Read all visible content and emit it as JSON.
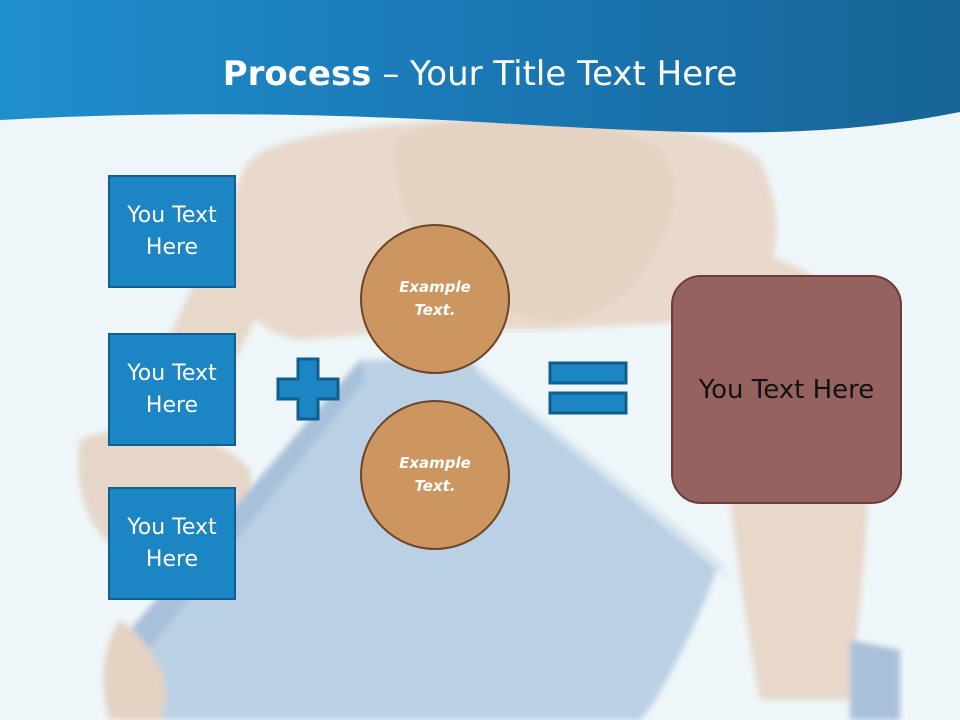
{
  "slide": {
    "title_bold": "Process",
    "title_rest": " – Your Title Text Here",
    "colors": {
      "header": "#1a7ab8",
      "box": "#1c86c4",
      "circle": "#cd9560",
      "result": "#96625f"
    }
  },
  "left_boxes": [
    {
      "label": "You Text Here"
    },
    {
      "label": "You Text Here"
    },
    {
      "label": "You Text Here"
    }
  ],
  "circles": [
    {
      "label": "Example Text."
    },
    {
      "label": "Example Text."
    }
  ],
  "operators": {
    "plus": "plus-icon",
    "equals": "equals-icon"
  },
  "result": {
    "label": "You Text Here"
  }
}
